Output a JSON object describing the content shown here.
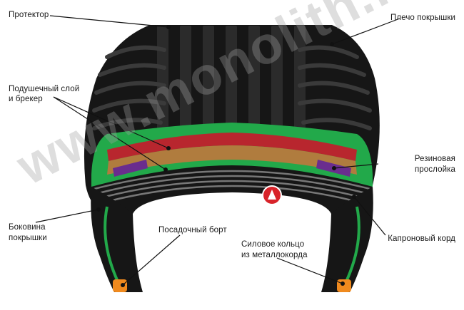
{
  "labels": {
    "tread": "Протектор",
    "shoulder": "Плечо покрышки",
    "cushion_line1": "Подушечный слой",
    "cushion_line2": "и брекер",
    "rubber_line1": "Резиновая",
    "rubber_line2": "прослойка",
    "sidewall_line1": "Боковина",
    "sidewall_line2": "покрышки",
    "bead": "Посадочный борт",
    "cord": "Капроновый корд",
    "ring_line1": "Силовое кольцо",
    "ring_line2": "из металлокорда"
  },
  "watermark": "www.monolith.in.ua",
  "colors": {
    "tire_black": "#161616",
    "tread_groove": "#2e2e2e",
    "inner_liner_green": "#22a94a",
    "breaker_red": "#b8262e",
    "cushion_tan": "#b07c3e",
    "rubber_purple": "#6a2d8e",
    "bead_orange": "#f08a1e",
    "logo_red": "#d8232a"
  }
}
